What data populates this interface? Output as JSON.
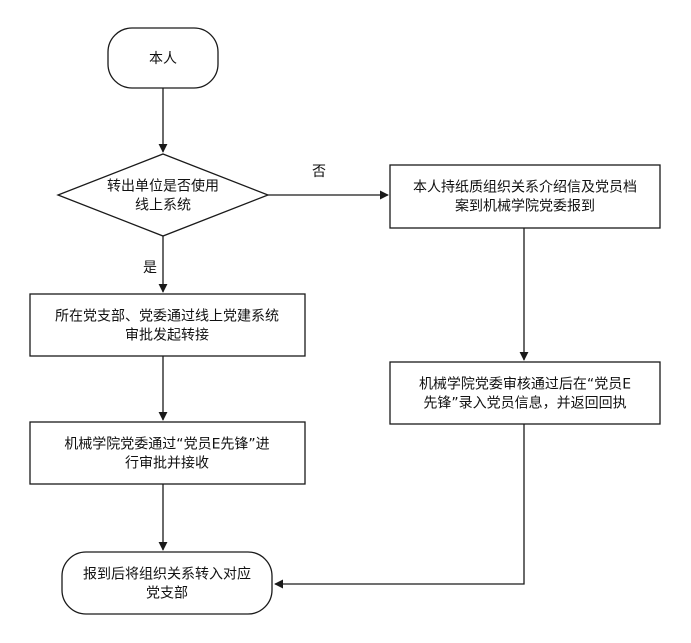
{
  "nodes": {
    "start": {
      "lines": [
        "本人"
      ]
    },
    "decision": {
      "lines": [
        "转出单位是否使用",
        "线上系统"
      ]
    },
    "branch_submit": {
      "lines": [
        "所在党支部、党委通过线上党建系统",
        "审批发起转接"
      ]
    },
    "approve_receive": {
      "lines": [
        "机械学院党委通过“党员E先锋”进",
        "行审批并接收"
      ]
    },
    "paper_letter": {
      "lines": [
        "本人持纸质组织关系介绍信及党员档",
        "案到机械学院党委报到"
      ]
    },
    "record_return": {
      "lines": [
        "机械学院党委审核通过后在“党员E",
        "先锋”录入党员信息，并返回回执"
      ]
    },
    "end": {
      "lines": [
        "报到后将组织关系转入对应",
        "党支部"
      ]
    }
  },
  "edges": {
    "yes_label": "是",
    "no_label": "否"
  },
  "colors": {
    "stroke": "#1a1a1a",
    "fill": "#ffffff",
    "text": "#111111"
  }
}
